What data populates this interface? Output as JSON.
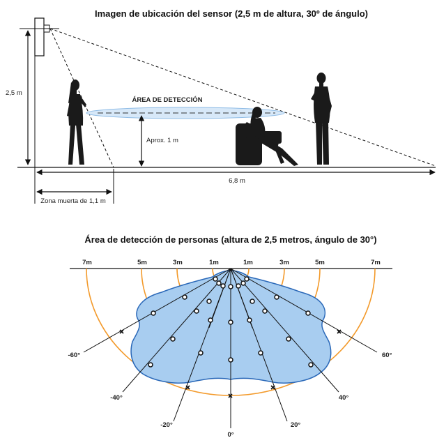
{
  "placement": {
    "title": "Imagen de ubicación del sensor (2,5 m de altura, 30º de ángulo)",
    "height_label": "2,5 m",
    "detection_area_label": "ÁREA DE DETECCIÓN",
    "approx_label": "Aprox. 1 m",
    "distance_label": "6,8 m",
    "dead_zone_label": "Zona muerta de 1,1 m",
    "people": [
      "standing-woman",
      "seated-woman",
      "standing-man"
    ]
  },
  "coverage": {
    "title": "Área de detección de personas (altura de 2,5 metros, ángulo de 30°)",
    "range_labels_left": [
      "7m",
      "5m",
      "3m",
      "1m"
    ],
    "range_labels_right": [
      "1m",
      "3m",
      "5m",
      "7m"
    ],
    "angle_labels": {
      "neg60": "-60°",
      "neg40": "-40°",
      "neg20": "-20°",
      "zero": "0°",
      "pos20": "20°",
      "pos40": "40°",
      "pos60": "60°"
    },
    "colors": {
      "arc": "#f39a2b",
      "area_fill": "#a8cdf0",
      "area_stroke": "#2a68b8",
      "ellipse_fill": "#d7e8f8"
    }
  }
}
